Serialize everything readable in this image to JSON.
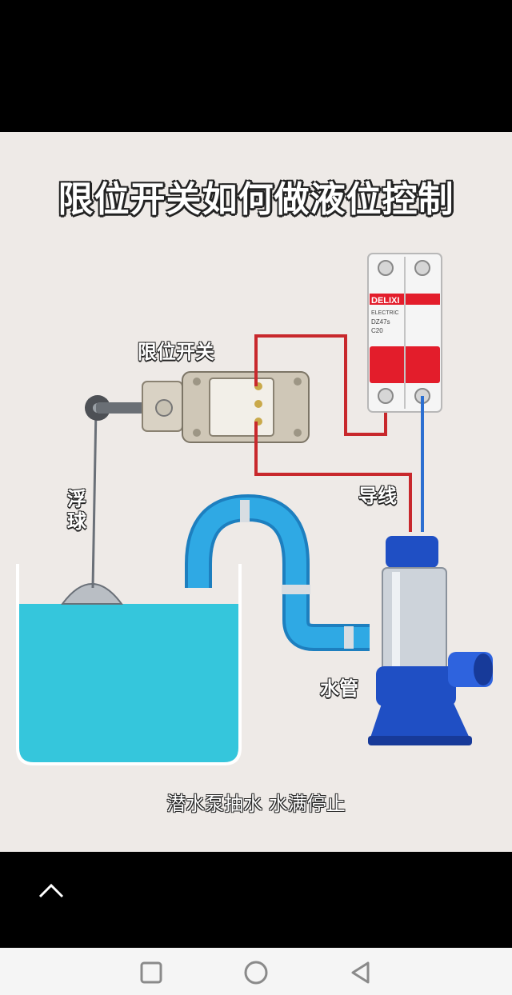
{
  "diagram": {
    "title": "限位开关如何做液位控制",
    "labels": {
      "limit_switch": "限位开关",
      "float": "浮球",
      "wire": "导线",
      "water_pipe": "水管"
    },
    "breaker_brand": "DELIXI",
    "breaker_sub": "ELECTRIC",
    "breaker_model": "DZ47s",
    "breaker_rating": "C20",
    "caption": "潜水泵抽水 水满停止",
    "colors": {
      "water": "#35c6dc",
      "pipe": "#2a9fd9",
      "pump": "#1f4fc4",
      "wire_red": "#c8282c",
      "wire_blue": "#2c6fd1",
      "breaker_red": "#e31d2b"
    }
  },
  "icons": {
    "up": "chevron-up-icon",
    "nav_recent": "square-icon",
    "nav_home": "circle-icon",
    "nav_back": "triangle-back-icon"
  }
}
